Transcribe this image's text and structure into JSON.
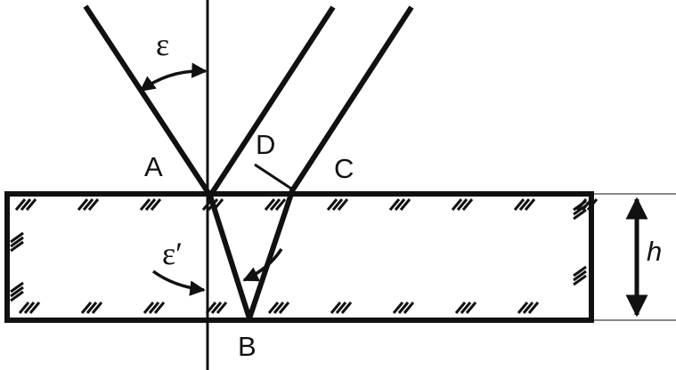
{
  "diagram": {
    "point_labels": {
      "A": "A",
      "B": "B",
      "C": "C",
      "D": "D"
    },
    "angle_labels": {
      "incident": "ε",
      "refracted": "ε′"
    },
    "thickness_label": "h",
    "colors": {
      "ink": "#111111",
      "background": "#ffffff"
    }
  }
}
